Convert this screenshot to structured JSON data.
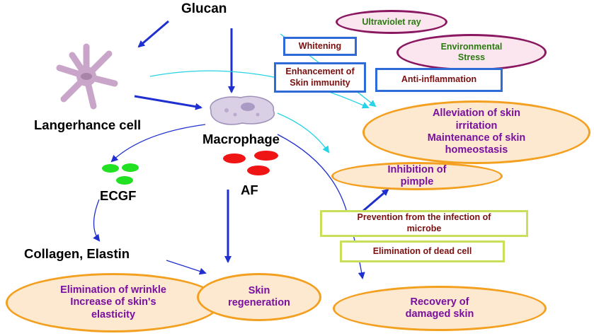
{
  "top": {
    "glucan": "Glucan"
  },
  "cells": {
    "langerhance": "Langerhance cell",
    "macrophage": "Macrophage",
    "ecgf": "ECGF",
    "af": "AF",
    "collagen": "Collagen, Elastin"
  },
  "stress_ovals": {
    "uv": "Ultraviolet ray",
    "env_line1": "Environmental",
    "env_line2": "Stress"
  },
  "blue_boxes": {
    "whitening": "Whitening",
    "enh_line1": "Enhancement of",
    "enh_line2": "Skin immunity",
    "anti": "Anti-inflammation"
  },
  "green_boxes": {
    "prev_line1": "Prevention from the infection of",
    "prev_line2": "microbe",
    "dead": "Elimination of dead cell"
  },
  "outcomes": {
    "alleviation_line1": "Alleviation of skin",
    "alleviation_line2": "irritation",
    "alleviation_line3": "Maintenance of skin",
    "alleviation_line4": "homeostasis",
    "pimple_line1": "Inhibition of",
    "pimple_line2": "pimple",
    "wrinkle_line1": "Elimination of wrinkle",
    "wrinkle_line2": "Increase of skin's",
    "wrinkle_line3": "elasticity",
    "regen_line1": "Skin",
    "regen_line2": "regeneration",
    "recovery_line1": "Recovery of",
    "recovery_line2": "damaged skin"
  },
  "colors": {
    "arrow_blue": "#1f2fd0",
    "arrow_cyan": "#27d3e6",
    "langerhans": "#c9a6c9",
    "macrophage": "#d9d0e6",
    "ecgf_dot": "#22e022",
    "af_dot": "#f01515"
  }
}
